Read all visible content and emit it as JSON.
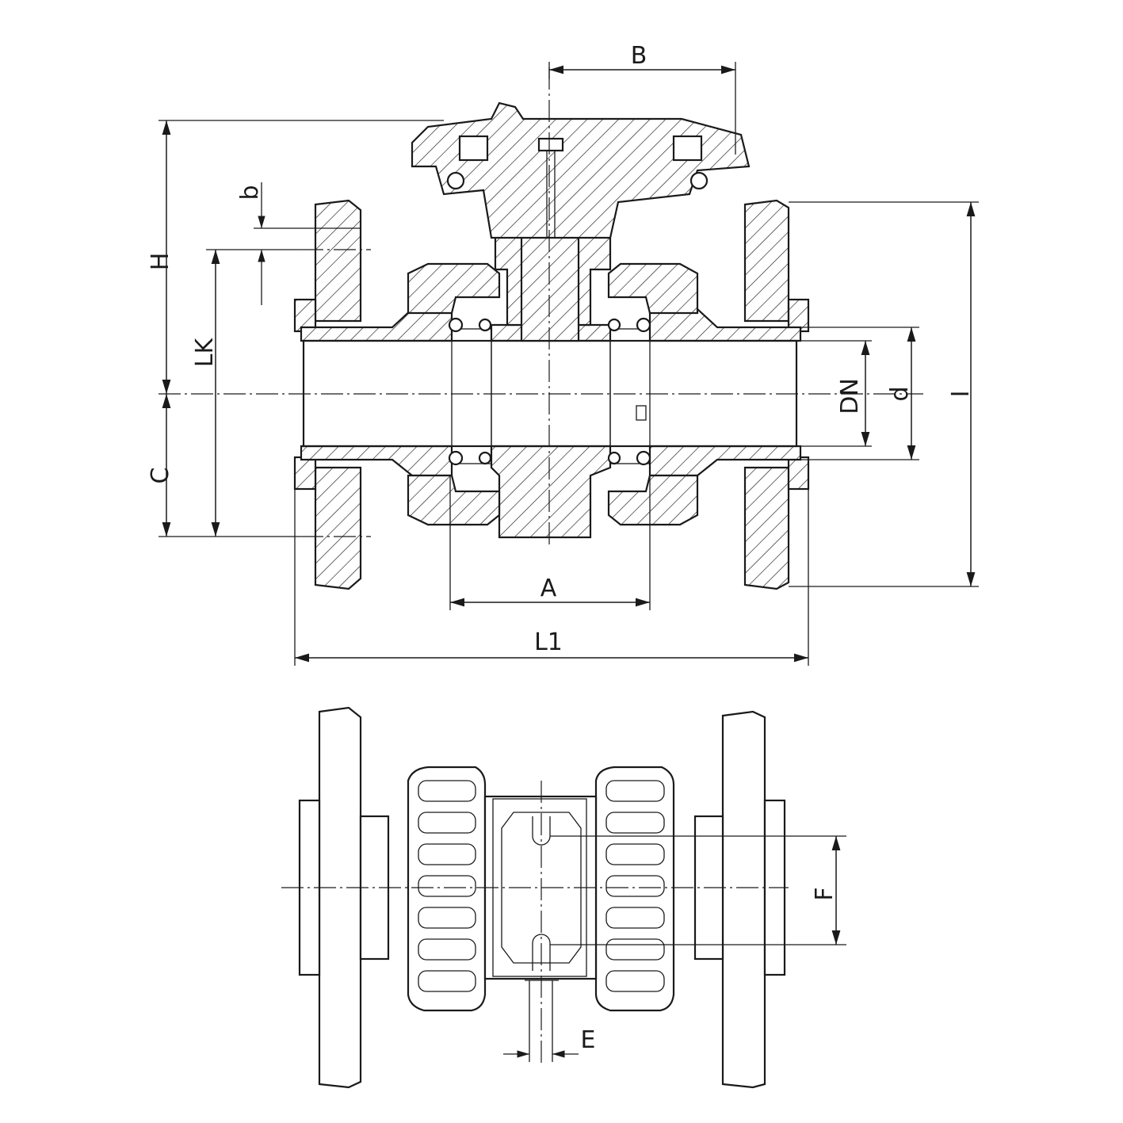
{
  "drawing": {
    "section_view": {
      "labels": {
        "B": "B",
        "H": "H",
        "b": "b",
        "LK": "LK",
        "C": "C",
        "DN": "DN",
        "d": "d",
        "I": "I",
        "A": "A",
        "L1": "L1"
      }
    },
    "top_view": {
      "labels": {
        "F": "F",
        "E": "E"
      }
    }
  }
}
